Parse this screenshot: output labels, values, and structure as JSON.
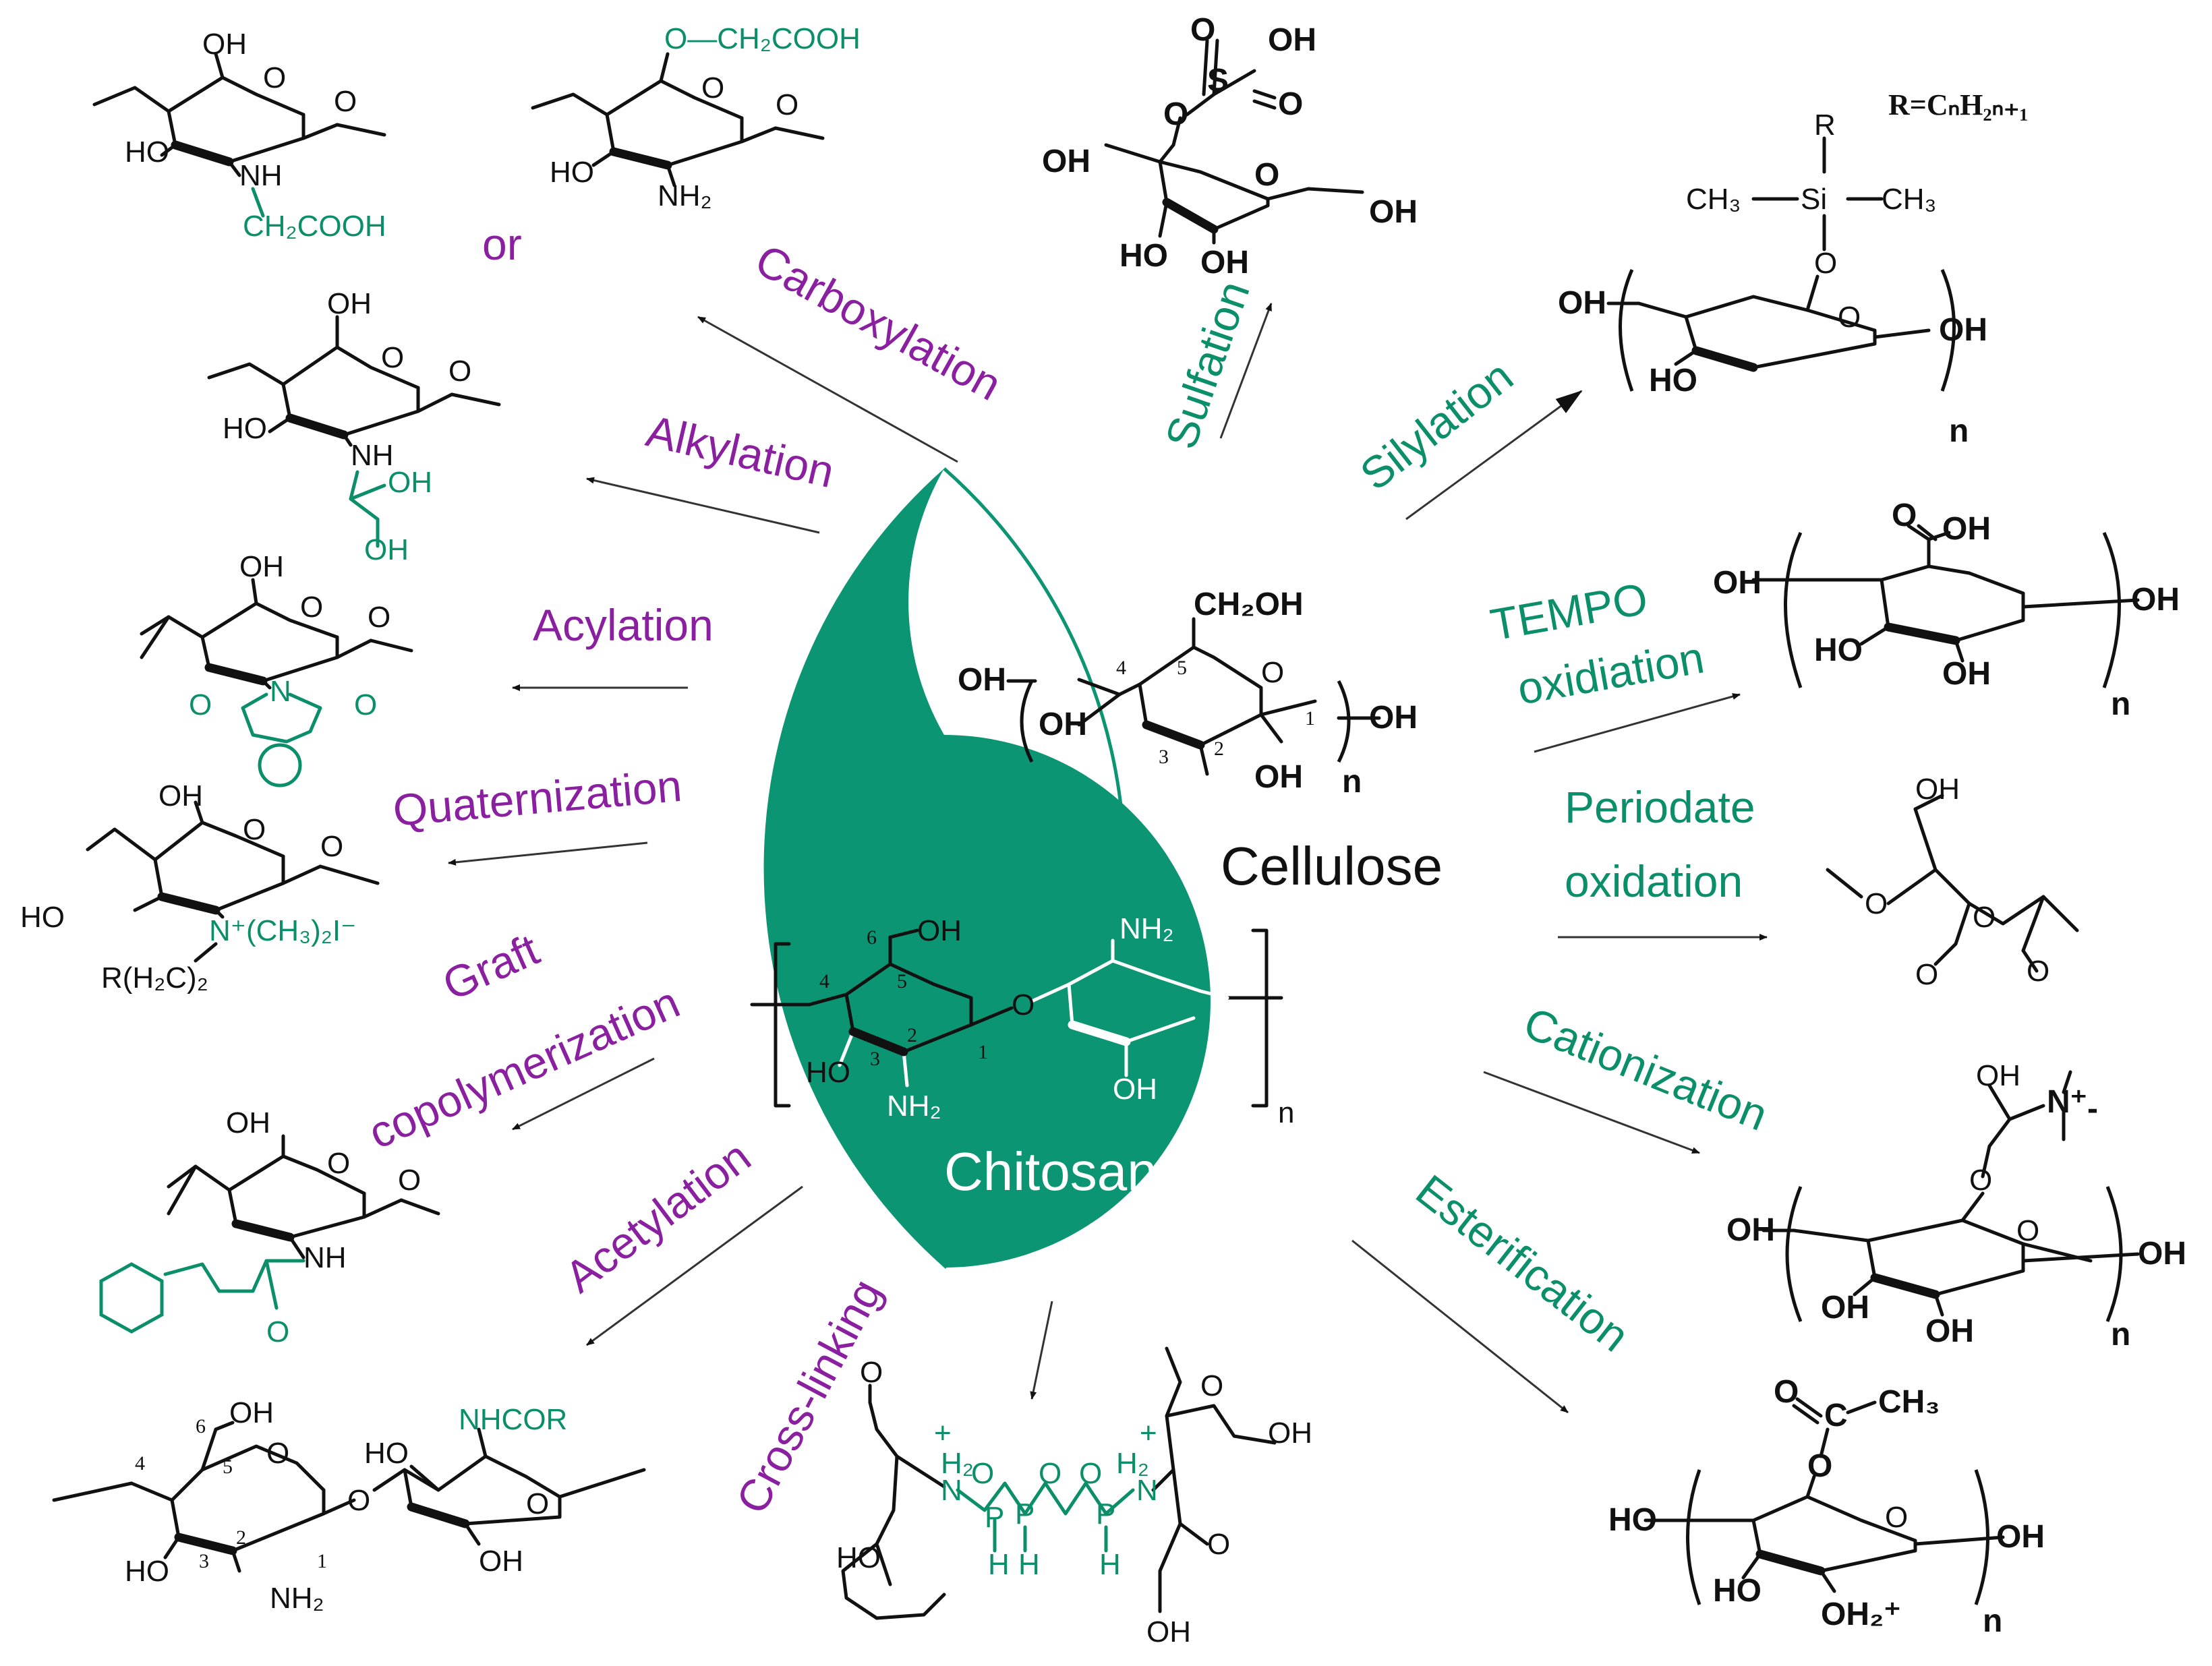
{
  "center": {
    "cellulose_label": "Cellulose",
    "chitosan_label": "Chitosan",
    "cellulose_groups": {
      "ch2oh": "CH₂OH",
      "oh_left": "OH",
      "oh_right": "OH",
      "oh_mid": "OH",
      "oh_bottom": "OH",
      "n": "n",
      "c4": "4",
      "c5": "5",
      "c1": "1",
      "c3": "3",
      "c2": "2"
    },
    "chitosan_groups": {
      "oh_top": "OH",
      "nh2_top": "NH₂",
      "ho": "HO",
      "nh2_bottom": "NH₂",
      "oh_bottom": "OH",
      "o_link": "O",
      "n": "n",
      "c6": "6",
      "c5": "5",
      "c4": "4",
      "c3": "3",
      "c2": "2",
      "c1": "1"
    },
    "colors": {
      "chitosan_fill": "#0b9573",
      "cellulose_outline": "#0b9573"
    }
  },
  "reactions": {
    "carboxylation": "Carboxylation",
    "alkylation": "Alkylation",
    "acylation": "Acylation",
    "quaternization": "Quaternization",
    "graft_line1": "Graft",
    "graft_line2": "copolymerization",
    "acetylation": "Acetylation",
    "cross_linking": "Cross-linking",
    "sulfation": "Sulfation",
    "silylation": "Silylation",
    "tempo_line1": "TEMPO",
    "tempo_line2": "oxidiation",
    "periodate_line1": "Periodate",
    "periodate_line2": "oxidation",
    "cationization": "Cationization",
    "esterification": "Esterification"
  },
  "or_label": "or",
  "r_formula": "R=CₙH₂ₙ₊₁",
  "structures": {
    "carboxy_n": {
      "oh": "OH",
      "ho": "HO",
      "nh": "NH",
      "substituent": "CH₂COOH"
    },
    "carboxy_o": {
      "sub": "O—CH₂COOH",
      "ho": "HO",
      "nh2": "NH₂"
    },
    "alkyl": {
      "oh": "OH",
      "ho": "HO",
      "nh": "NH",
      "oh1": "OH",
      "oh2": "OH"
    },
    "acyl": {
      "oh": "OH",
      "o1": "O",
      "n": "N",
      "o2": "O"
    },
    "quat": {
      "oh": "OH",
      "ho": "HO",
      "n_sub": "N⁺(CH₃)₂I⁻",
      "r": "R(H₂C)₂"
    },
    "graft": {
      "oh": "OH",
      "nh": "NH",
      "o": "O"
    },
    "acetyl": {
      "oh": "OH",
      "ho": "HO",
      "nh2": "NH₂",
      "ho2": "HO",
      "nhcor": "NHCOR",
      "oh2": "OH",
      "c6": "6",
      "c5": "5",
      "c4": "4",
      "c3": "3",
      "c2": "2",
      "c1": "1"
    },
    "crosslink": {
      "h2n_left": "H₂",
      "n_left": "N",
      "p1": "P",
      "p2": "P",
      "p3": "P",
      "o": "O",
      "h": "H",
      "h2_right": "H₂",
      "n_right": "N",
      "ho": "HO",
      "oh": "OH",
      "oh_bottom": "OH",
      "plus": "+"
    },
    "sulfate": {
      "oh_top": "OH",
      "s": "S",
      "o": "O",
      "oh_left": "OH",
      "oh_right": "OH",
      "ho": "HO",
      "oh_bottom": "OH"
    },
    "silyl": {
      "r": "R",
      "ch3_left": "CH₃",
      "si": "Si",
      "ch3_right": "CH₃",
      "o": "O",
      "oh_left": "OH",
      "oh_right": "OH",
      "ho": "HO",
      "n": "n"
    },
    "tempo": {
      "oh_top": "OH",
      "o": "O",
      "oh_left": "OH",
      "oh_right": "OH",
      "ho": "HO",
      "oh_bottom": "OH",
      "n": "n"
    },
    "periodate": {
      "oh": "OH",
      "o": "O"
    },
    "cation": {
      "oh": "OH",
      "n_plus": "N⁺",
      "minus": "-",
      "oh_left": "OH",
      "oh_right": "OH",
      "oh_b1": "OH",
      "oh_b2": "OH",
      "n": "n"
    },
    "ester": {
      "o": "O",
      "c": "C",
      "ch3": "CH₃",
      "ho": "HO",
      "oh_right": "OH",
      "ho2": "HO",
      "oh2": "OH₂⁺",
      "n": "n"
    }
  }
}
